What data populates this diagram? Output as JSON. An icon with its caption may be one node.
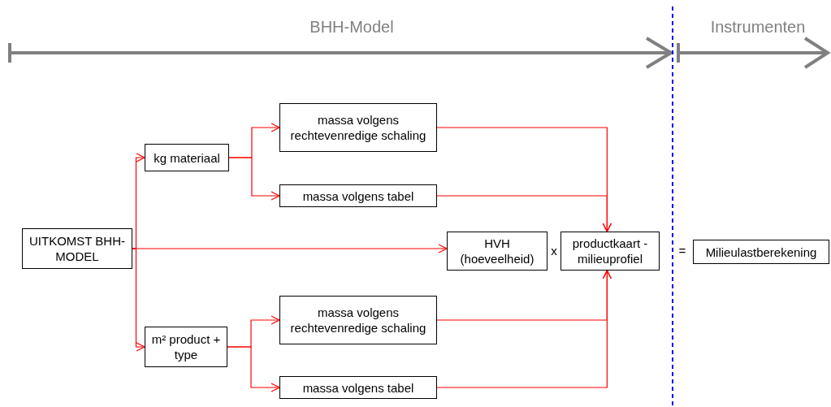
{
  "diagram": {
    "nodes": [
      {
        "text": [
          "UITKOMST BHH-MODEL"
        ]
      },
      {
        "text": [
          "kg materiaal"
        ]
      },
      {
        "text": [
          "massa volgens rechtevenredige schaling"
        ]
      },
      {
        "text": [
          "massa volgens tabel"
        ]
      },
      {
        "text": [
          "m² product + type"
        ]
      },
      {
        "text": [
          "massa volgens rechtevenredige schaling"
        ]
      },
      {
        "text": [
          "massa volgens tabel"
        ]
      },
      {
        "text": [
          "HVH (hoeveelheid)"
        ]
      },
      {
        "text": [
          "productkaart - milieuprofiel"
        ]
      },
      {
        "text": [
          "Milieulastberekening"
        ]
      }
    ],
    "edges": [
      {
        "from": 0,
        "to": 1,
        "arrow": "to"
      },
      {
        "from": 0,
        "to": 7,
        "arrow": "to"
      },
      {
        "from": 0,
        "to": 4,
        "arrow": "to"
      },
      {
        "from": 1,
        "to": 2,
        "arrow": "to"
      },
      {
        "from": 1,
        "to": 3,
        "arrow": "to"
      },
      {
        "from": 2,
        "to": 8,
        "arrow": "to"
      },
      {
        "from": 3,
        "to": 8,
        "arrow": "to"
      },
      {
        "from": 4,
        "to": 5,
        "arrow": "to"
      },
      {
        "from": 4,
        "to": 6,
        "arrow": "to"
      },
      {
        "from": 5,
        "to": 8,
        "arrow": "to"
      },
      {
        "from": 6,
        "to": 8,
        "arrow": "to"
      }
    ],
    "labels": [
      "BHH-Model",
      "Instrumenten",
      "x",
      "="
    ]
  }
}
